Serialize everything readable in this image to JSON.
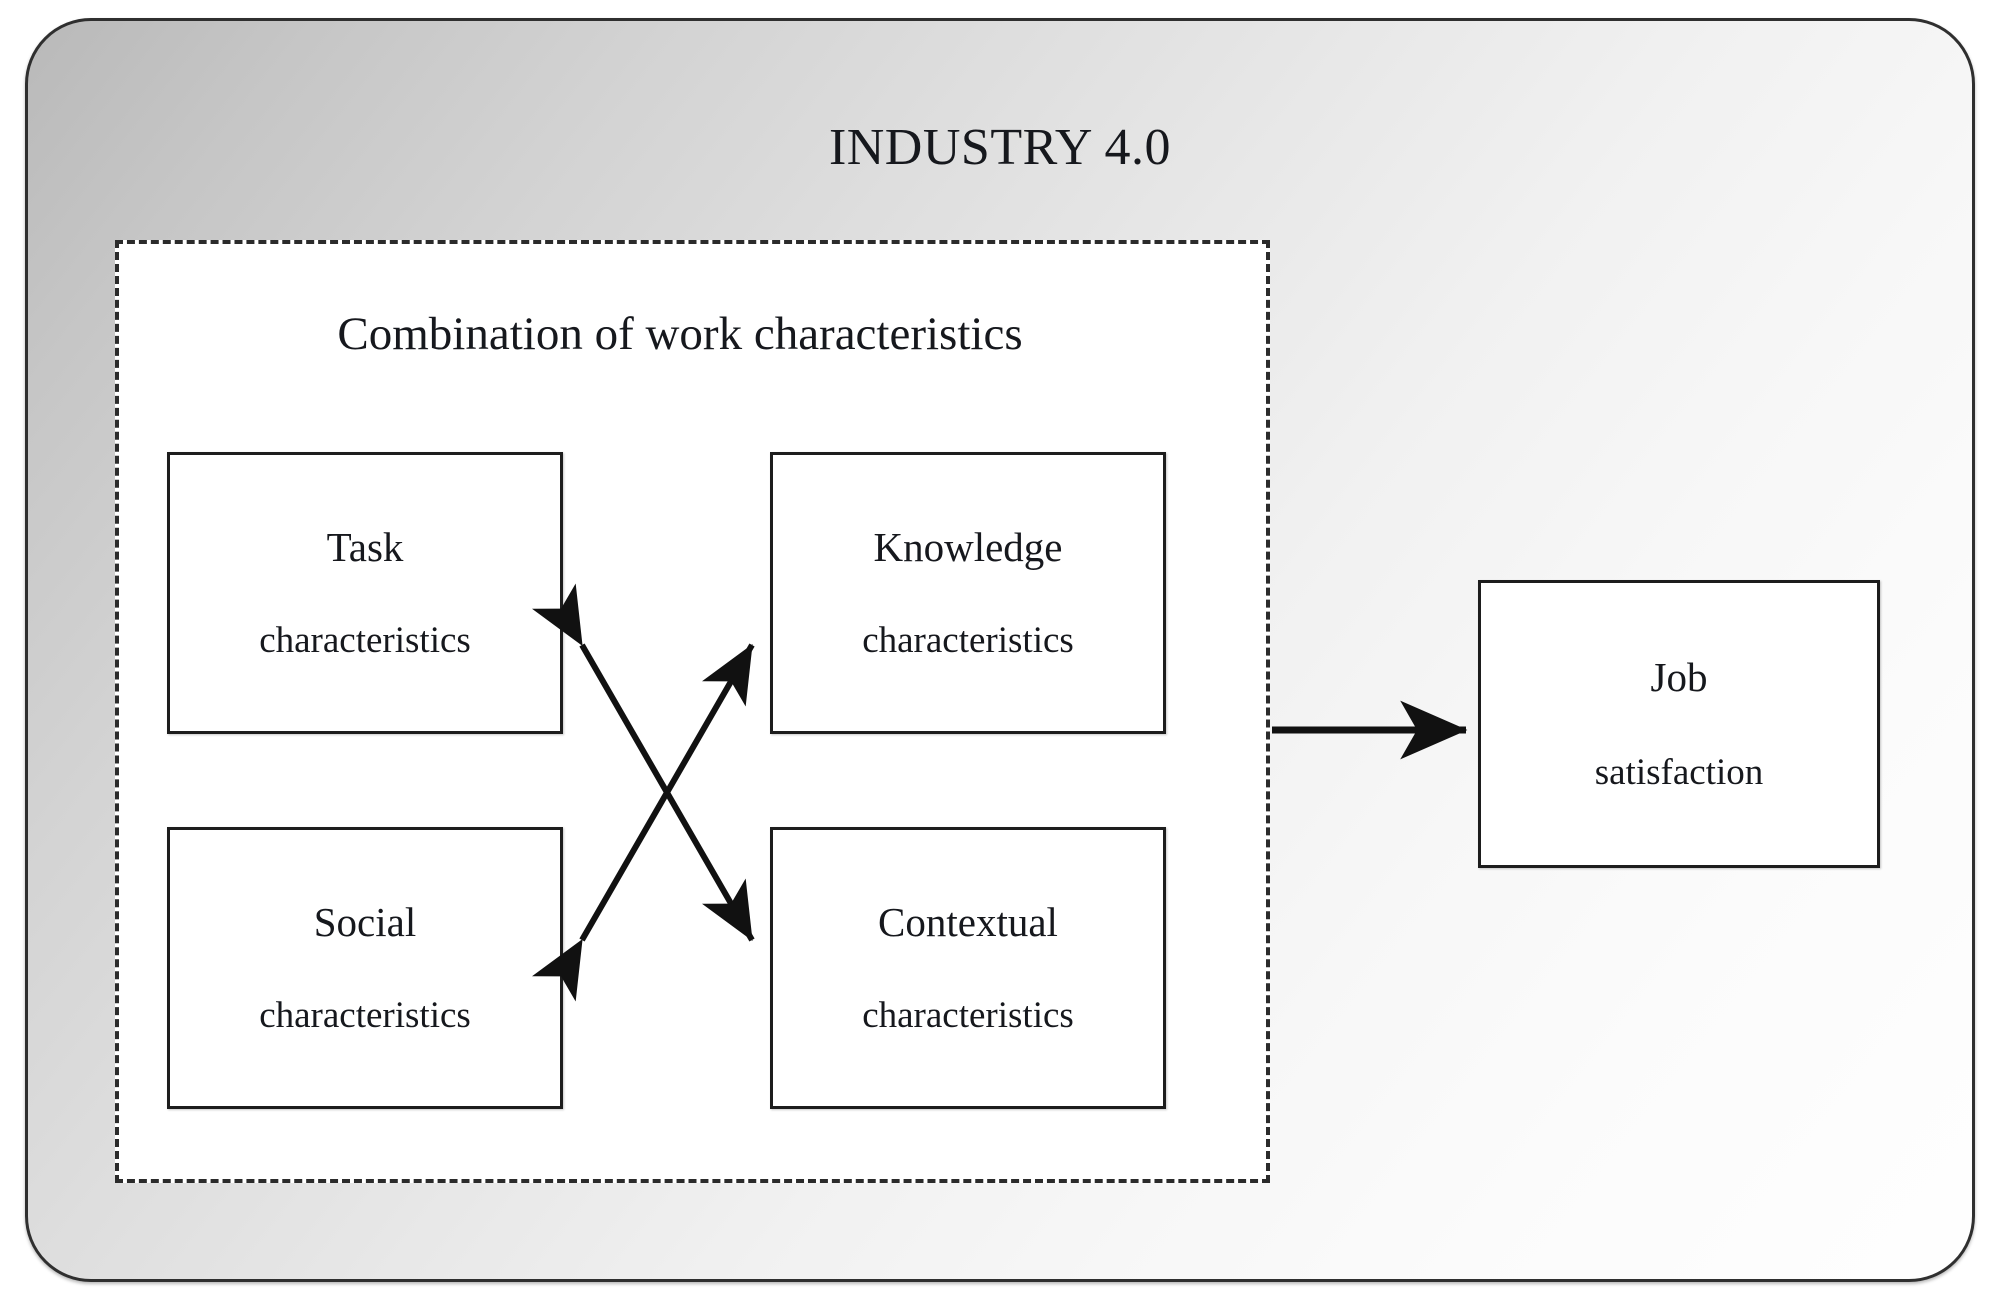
{
  "frame": {
    "title": "INDUSTRY 4.0",
    "border_color": "#2f2f2f",
    "fill_from": "#b9b9b9",
    "fill_to": "#fefefe"
  },
  "dashed_region": {
    "title": "Combination of work characteristics",
    "border_style": "dashed",
    "border_color": "#2b2b2b",
    "fill": "#ffffff"
  },
  "boxes": [
    {
      "id": "task",
      "line1": "Task",
      "line2": "characteristics"
    },
    {
      "id": "knowledge",
      "line1": "Knowledge",
      "line2": "characteristics"
    },
    {
      "id": "social",
      "line1": "Social",
      "line2": "characteristics"
    },
    {
      "id": "contextual",
      "line1": "Contextual",
      "line2": "characteristics"
    }
  ],
  "outcome_box": {
    "line1": "Job",
    "line2": "satisfaction",
    "border_color": "#1d1d1d",
    "fill": "#ffffff"
  },
  "connectors": [
    {
      "id": "task-to-contextual",
      "from": "task",
      "to": "contextual",
      "style": "double-headed",
      "direction": "diagonal-down-right"
    },
    {
      "id": "social-to-knowledge",
      "from": "social",
      "to": "knowledge",
      "style": "double-headed",
      "direction": "diagonal-up-right"
    },
    {
      "id": "characteristics-to-job-satisfaction",
      "from": "dashed-region",
      "to": "outcome_box",
      "style": "single-headed",
      "direction": "right"
    }
  ],
  "colors": {
    "line": "#111111",
    "text": "#16181d",
    "box_fill": "#ffffff"
  }
}
